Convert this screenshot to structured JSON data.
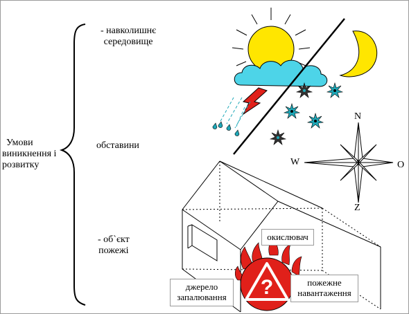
{
  "left_label": {
    "line1": "Умови",
    "line2": "виникнення і",
    "line3": "розвитку"
  },
  "branches": {
    "environment": {
      "line1": "- навколишнє",
      "line2": "середовище"
    },
    "circumstances": {
      "label": "обставини"
    },
    "object": {
      "line1": "- об`єкт",
      "line2": "пожежі"
    }
  },
  "compass": {
    "north": "N",
    "south": "Z",
    "west": "W",
    "east": "O"
  },
  "fire_triangle": {
    "oxidizer": "окислювач",
    "ignition_line1": "джерело",
    "ignition_line2": "запалювання",
    "load_line1": "пожежне",
    "load_line2": "навантаження",
    "center_symbol": "?"
  },
  "colors": {
    "sun": "#ffe600",
    "cloud": "#4dd4e8",
    "lightning": "#e0201a",
    "snowflake": "#1fa8b8",
    "rain": "#1fa8b8",
    "moon": "#ffe600",
    "fire": "#e0201a",
    "line": "#000000"
  }
}
